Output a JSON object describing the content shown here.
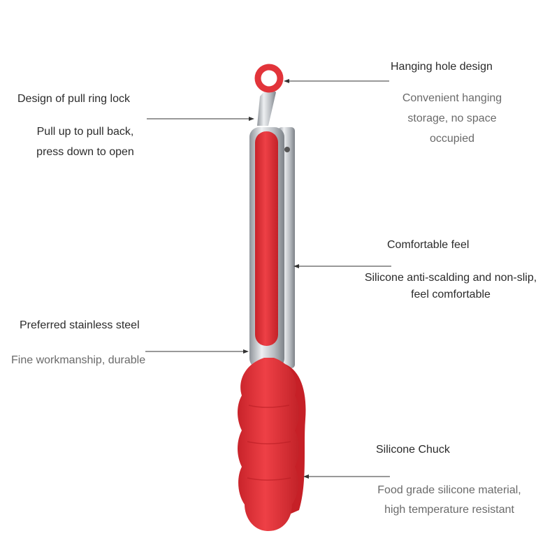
{
  "callouts": {
    "hanging_hole": {
      "title": "Hanging hole design",
      "desc_lines": [
        "Convenient hanging",
        "storage, no space",
        "occupied"
      ]
    },
    "pull_ring": {
      "title": "Design of pull ring lock",
      "desc_lines": [
        "Pull up to pull back,",
        "press down to open"
      ]
    },
    "comfortable": {
      "title": "Comfortable feel",
      "desc_lines": [
        "Silicone anti-scalding and non-slip,",
        "feel comfortable"
      ]
    },
    "steel": {
      "title": "Preferred stainless steel",
      "desc_lines": [
        "Fine workmanship, durable"
      ]
    },
    "chuck": {
      "title": "Silicone Chuck",
      "desc_lines": [
        "Food grade silicone material,",
        "high temperature resistant"
      ]
    }
  },
  "colors": {
    "silicone_red": "#e8353a",
    "steel": "#c9ccd0",
    "text_dark": "#2b2b2b",
    "text_muted": "#6a6a6a"
  }
}
